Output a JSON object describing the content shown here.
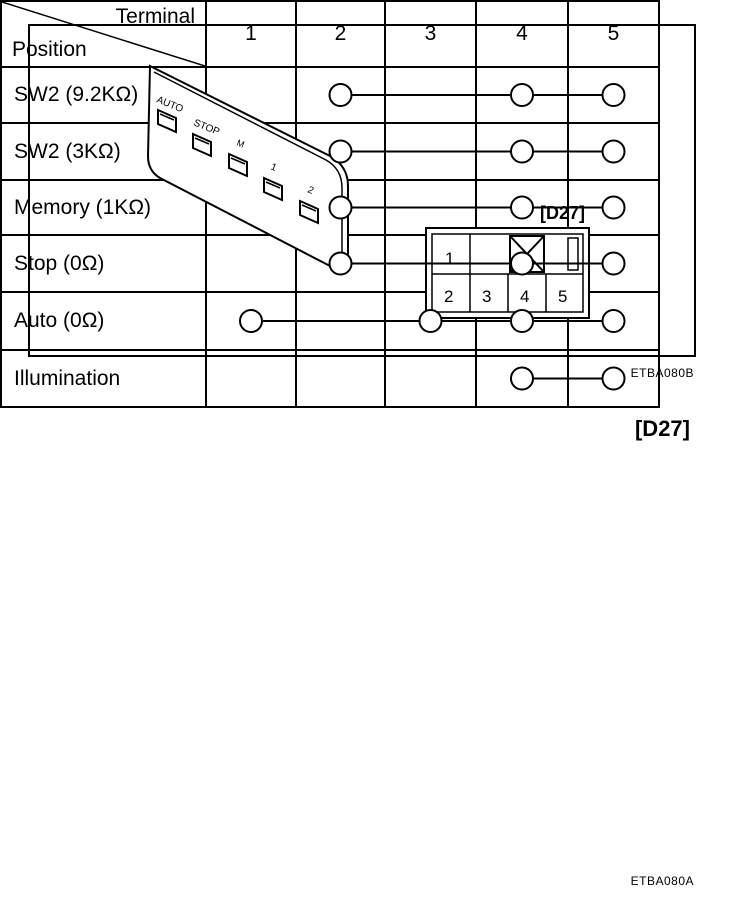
{
  "switch_panel": {
    "buttons": [
      "AUTO",
      "STOP",
      "M",
      "1",
      "2"
    ]
  },
  "connector": {
    "tag": "[D27]",
    "pins_top": [
      "1",
      "",
      "",
      ""
    ],
    "pins_bottom": [
      "2",
      "3",
      "4",
      "5"
    ],
    "blocked_pin": "4"
  },
  "figure_refs": {
    "top": "ETBA080B",
    "bottom": "ETBA080A"
  },
  "table": {
    "tag": "[D27]",
    "corner_top": "Terminal",
    "corner_bottom": "Position",
    "terminals": [
      "1",
      "2",
      "3",
      "4",
      "5"
    ],
    "rows": [
      {
        "label": "SW2 (9.2KΩ)",
        "connected": [
          2,
          4,
          5
        ]
      },
      {
        "label": "SW2 (3KΩ)",
        "connected": [
          2,
          4,
          5
        ]
      },
      {
        "label": "Memory (1KΩ)",
        "connected": [
          2,
          4,
          5
        ]
      },
      {
        "label": "Stop (0Ω)",
        "connected": [
          2,
          4,
          5
        ]
      },
      {
        "label": "Auto (0Ω)",
        "connected": [
          1,
          3,
          4,
          5
        ]
      },
      {
        "label": "Illumination",
        "connected": [
          4,
          5
        ]
      }
    ]
  }
}
